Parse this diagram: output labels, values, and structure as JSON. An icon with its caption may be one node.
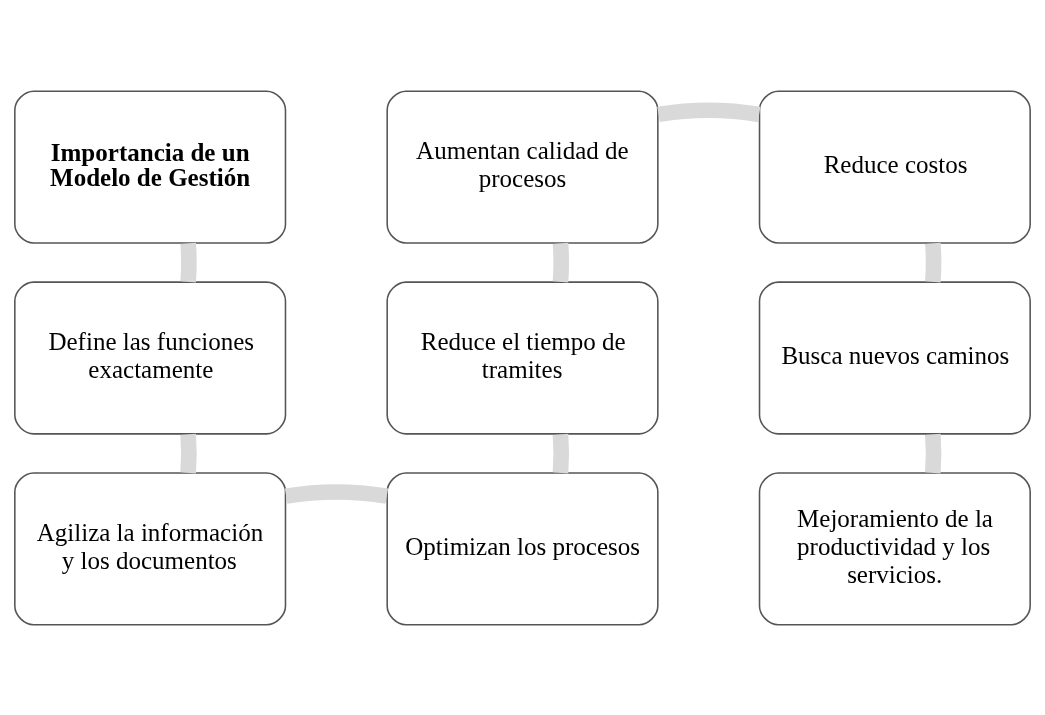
{
  "diagram": {
    "nodes": [
      {
        "text": [
          "Importancia de un Modelo de Gestión"
        ]
      },
      {
        "text": [
          "Define las funciones exactamente"
        ]
      },
      {
        "text": [
          "Agiliza la información y los documentos"
        ]
      },
      {
        "text": [
          "Optimizan los procesos"
        ]
      },
      {
        "text": [
          "Reduce el tiempo de tramites"
        ]
      },
      {
        "text": [
          "Aumentan calidad de procesos"
        ]
      },
      {
        "text": [
          "Reduce costos"
        ]
      },
      {
        "text": [
          "Busca nuevos caminos"
        ]
      },
      {
        "text": [
          "Mejoramiento de la productividad y los servicios."
        ]
      }
    ],
    "edges": [
      {
        "from": 0,
        "to": 1,
        "arrow": "none"
      },
      {
        "from": 1,
        "to": 2,
        "arrow": "none"
      },
      {
        "from": 2,
        "to": 3,
        "arrow": "none"
      },
      {
        "from": 3,
        "to": 4,
        "arrow": "none"
      },
      {
        "from": 4,
        "to": 5,
        "arrow": "none"
      },
      {
        "from": 5,
        "to": 6,
        "arrow": "none"
      },
      {
        "from": 6,
        "to": 7,
        "arrow": "none"
      },
      {
        "from": 7,
        "to": 8,
        "arrow": "none"
      }
    ]
  }
}
